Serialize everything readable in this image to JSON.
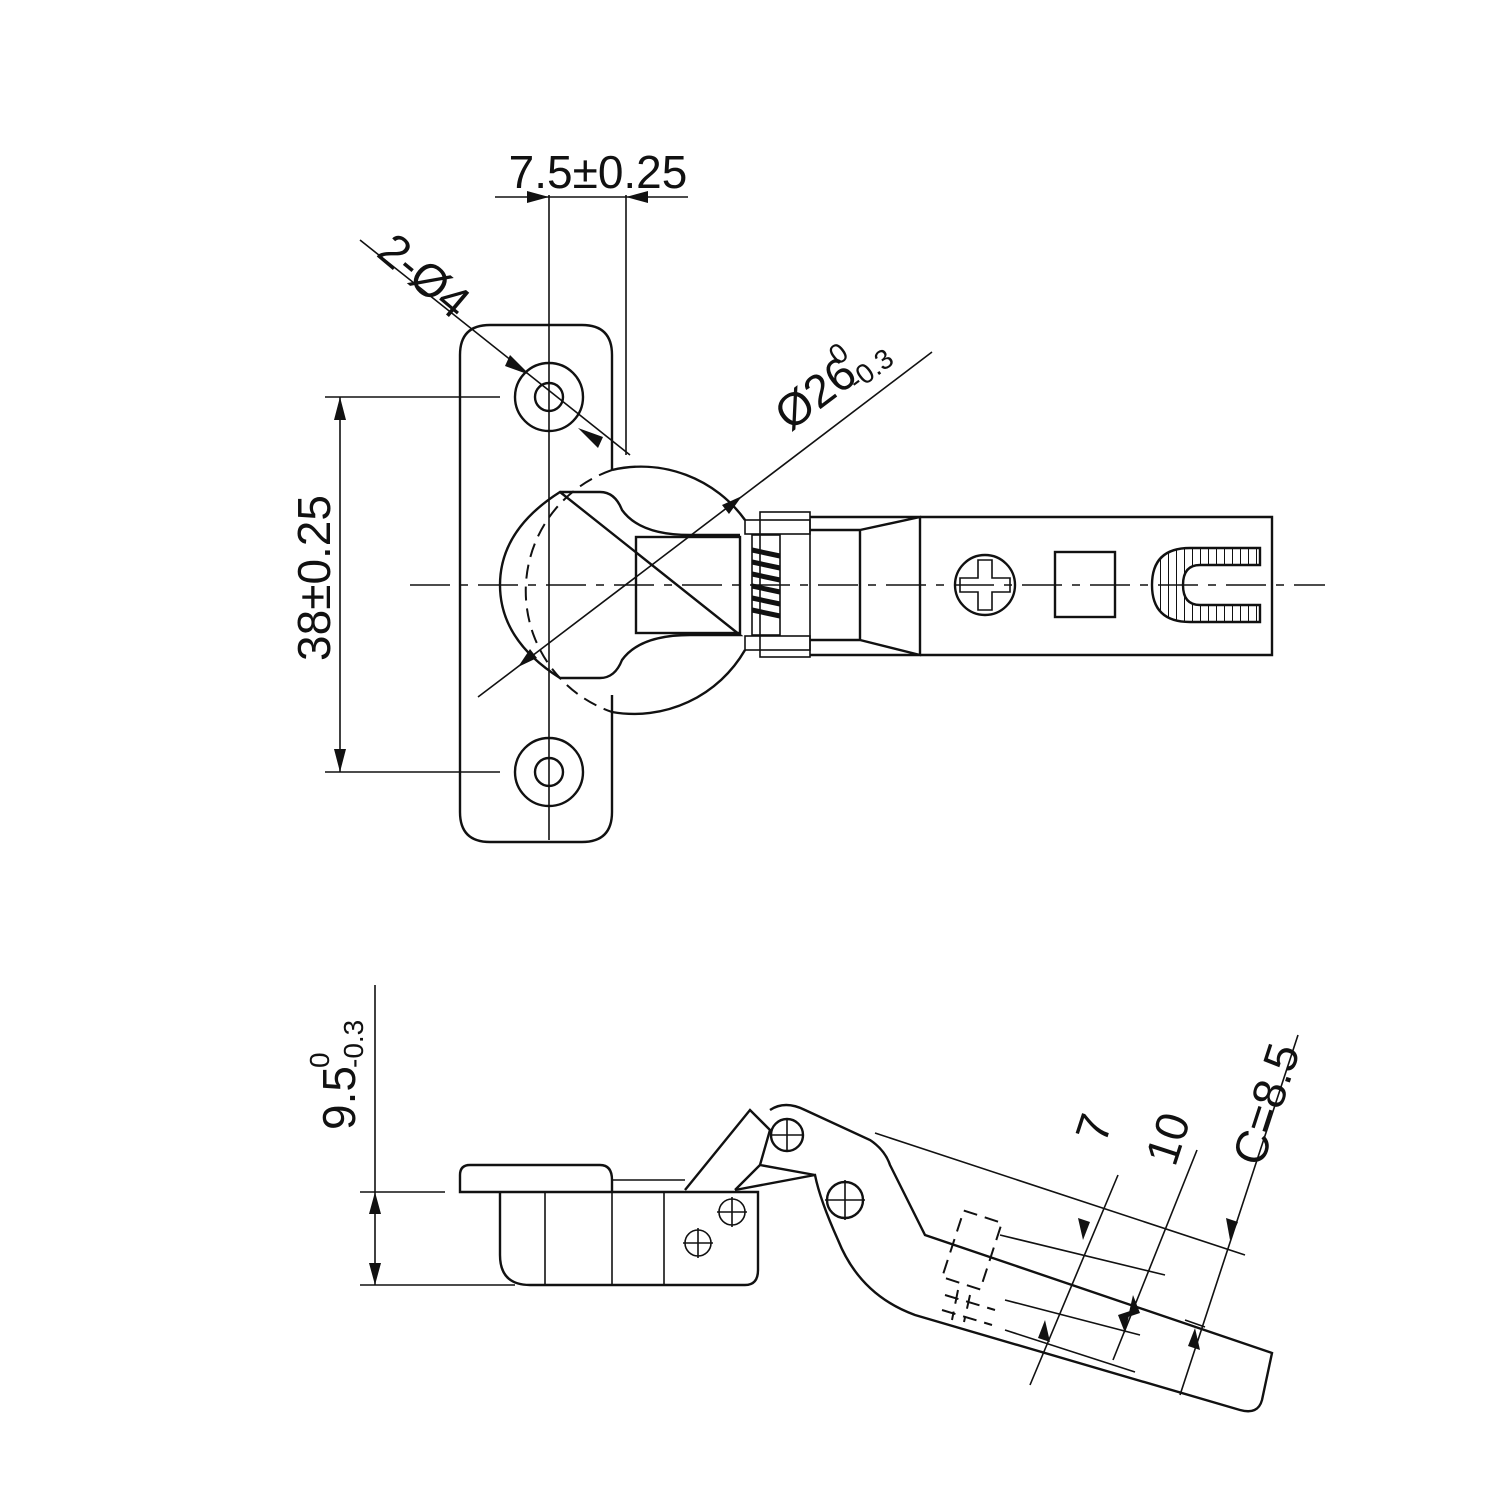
{
  "top_view": {
    "dim_offset": "7.5±0.25",
    "dim_holes": "2-Ø4",
    "dim_cup_main": "Ø26",
    "dim_cup_upper": "0",
    "dim_cup_lower": "-0.3",
    "dim_hole_spacing": "38±0.25"
  },
  "side_view": {
    "dim_depth_main": "9.5",
    "dim_depth_upper": "0",
    "dim_depth_lower": "-0.3",
    "dim_7": "7",
    "dim_10": "10",
    "dim_c": "C=8.5"
  }
}
